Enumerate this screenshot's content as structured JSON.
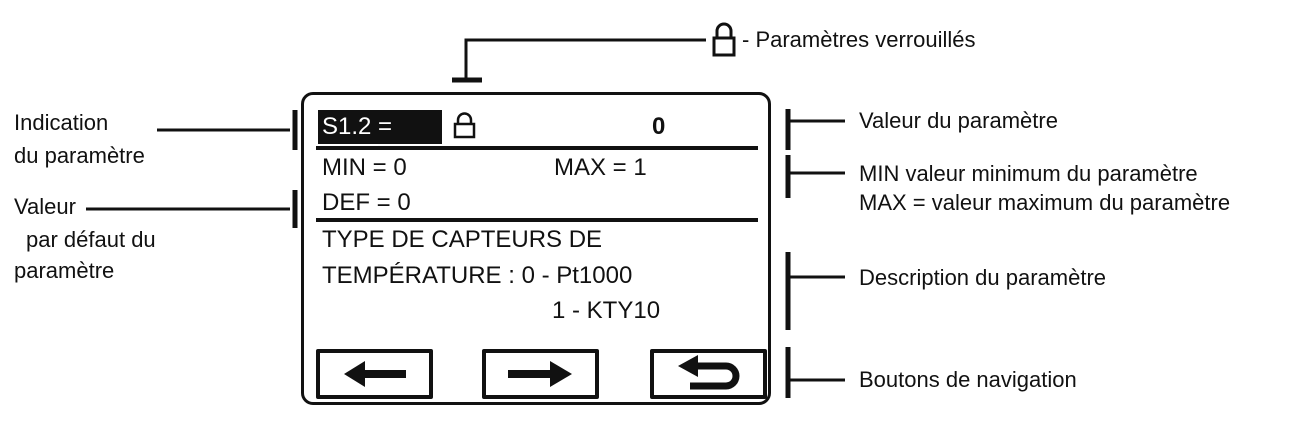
{
  "labels": {
    "lock": "- Paramètres verrouillés",
    "indication": [
      "Indication",
      "du paramètre"
    ],
    "default_value": [
      "Valeur",
      "par défaut du",
      "paramètre"
    ],
    "param_value": "Valeur du paramètre",
    "min_max": [
      "MIN valeur minimum du paramètre",
      "MAX = valeur maximum du paramètre"
    ],
    "description": "Description du paramètre",
    "navigation": "Boutons de navigation"
  },
  "screen": {
    "param": "S1.2  =",
    "value": "0",
    "min": "MIN = 0",
    "max": "MAX = 1",
    "def": "DEF = 0",
    "desc": [
      "TYPE DE CAPTEURS DE",
      "TEMPÉRATURE : 0 - Pt1000",
      "1 - KTY10"
    ]
  },
  "icons": [
    "lock-icon",
    "arrow-left-icon",
    "arrow-right-icon",
    "return-icon"
  ],
  "colors": {
    "ink": "#111111",
    "background": "#ffffff"
  }
}
